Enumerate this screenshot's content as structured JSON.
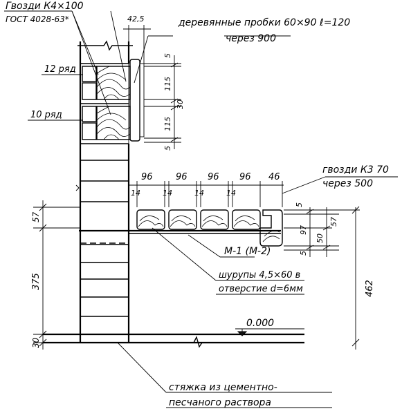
{
  "title_left": {
    "nails": "Гвозди К4×100",
    "gost": "ГОСТ 4028-63*"
  },
  "top_dimension": "42,5",
  "plugs": {
    "line1": "деревянные пробки 60×90 ℓ=120",
    "line2": "через 900"
  },
  "rows": {
    "row12": "12 ряд",
    "row10": "10 ряд"
  },
  "right_dims": {
    "d5a": "5",
    "d115a": "115",
    "d30": "30",
    "d115b": "115",
    "d5b": "5"
  },
  "board_widths": [
    "96",
    "96",
    "96",
    "96",
    "46"
  ],
  "gaps": [
    "14",
    "14",
    "14",
    "14"
  ],
  "nails_k3": {
    "line1": "гвозди К3 70",
    "line2": "через 500"
  },
  "bar_dims": {
    "d5": "5",
    "d57": "57",
    "d97": "97",
    "d50": "50",
    "d5b": "5"
  },
  "mark": "М-1 (М-2)",
  "screws": {
    "line1": "шурупы 4,5×60 в",
    "line2": "отверстие d=6мм"
  },
  "left_dims": {
    "d57": "57",
    "d375": "375",
    "d30": "30"
  },
  "overall_dim": "462",
  "level": "0.000",
  "screed": {
    "line1": "стяжка из цементно-",
    "line2": "песчаного раствора"
  }
}
